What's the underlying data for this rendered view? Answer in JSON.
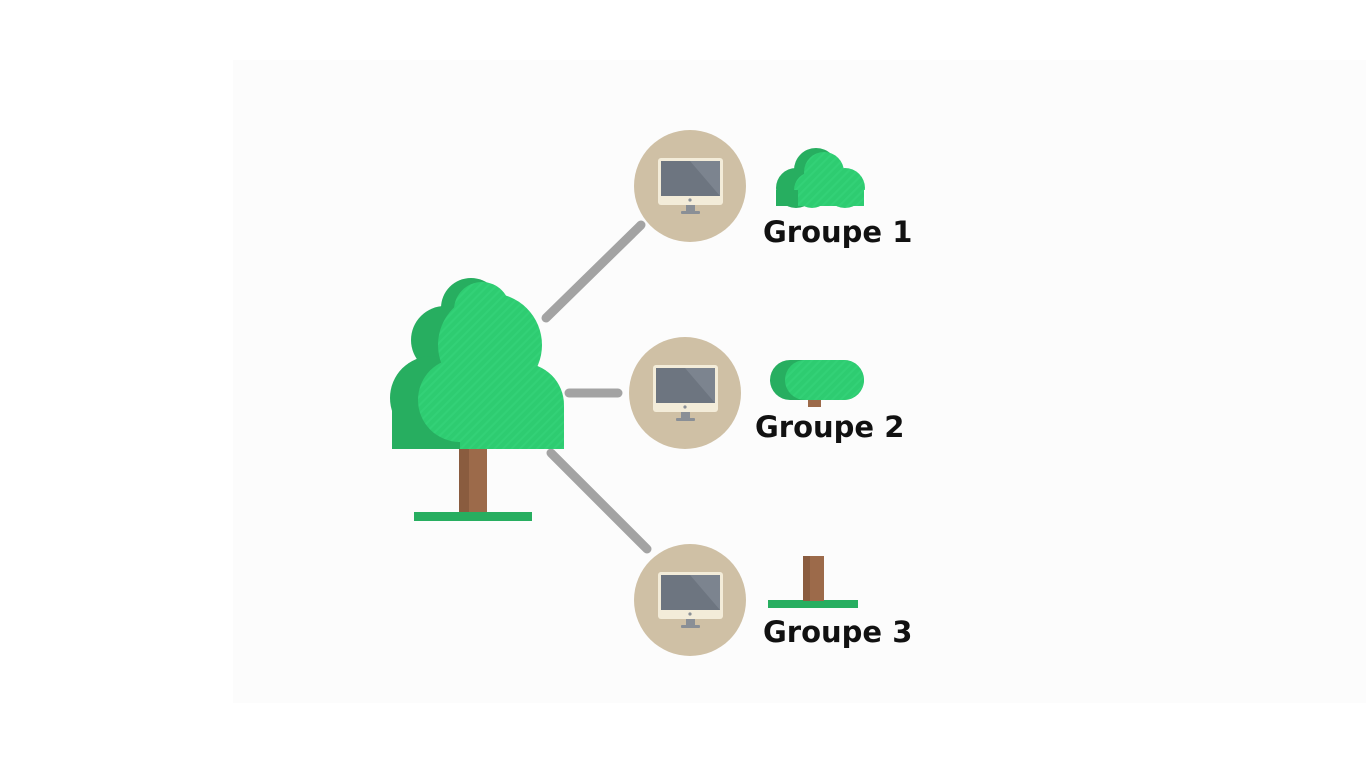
{
  "groups": [
    {
      "label": "Groupe 1"
    },
    {
      "label": "Groupe 2"
    },
    {
      "label": "Groupe 3"
    }
  ],
  "colors": {
    "foliage": "#2ecc71",
    "foliage_shadow": "#27ae60",
    "trunk": "#9c6a4a",
    "ground": "#27ae60",
    "connector": "#a3a3a3",
    "node_circle": "#cfc0a5",
    "monitor_screen": "#6d7580",
    "monitor_body": "#f3ecd9",
    "monitor_stand": "#8a8f96"
  },
  "icons": {
    "root": "tree-icon",
    "node": "computer-monitor-icon",
    "group1": "bush-canopy-icon",
    "group2": "flat-canopy-icon",
    "group3": "trunk-icon"
  }
}
